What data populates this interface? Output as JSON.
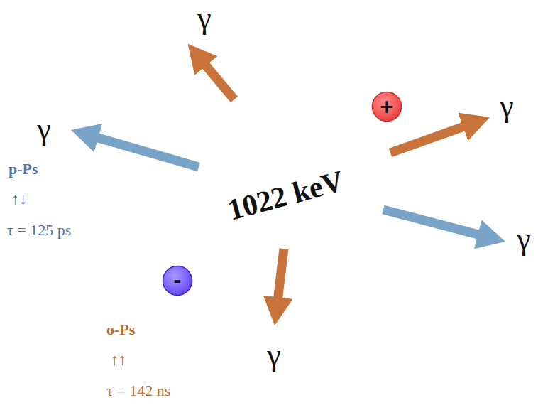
{
  "diagram": {
    "nodes": [
      {
        "text": [
          "1022 keV"
        ]
      },
      {
        "text": [
          "+"
        ]
      },
      {
        "text": [
          "-"
        ]
      }
    ],
    "labels": [
      "γ",
      "γ",
      "γ",
      "p-Ps",
      "↑↓",
      "τ = 125 ps",
      "γ",
      "γ",
      "o-Ps",
      "↑↑",
      "τ = 142 ns"
    ]
  }
}
